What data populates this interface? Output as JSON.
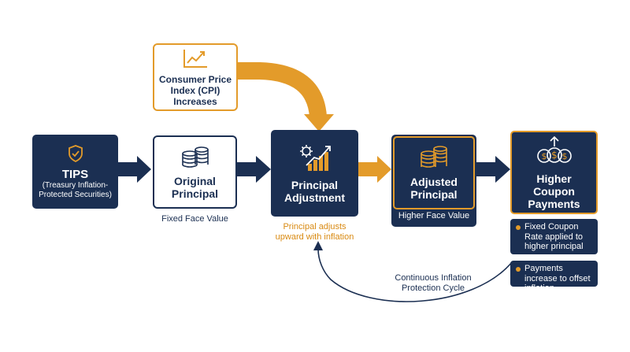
{
  "colors": {
    "navy": "#1b2f52",
    "orange": "#e39b2a",
    "orange_text": "#d98a12",
    "white": "#ffffff"
  },
  "cpi": {
    "label": "Consumer Price Index (CPI) Increases",
    "icon": "line-chart-icon"
  },
  "tips": {
    "title": "TIPS",
    "subtitle": "(Treasury Inflation-Protected Securities)",
    "icon": "shield-check-icon"
  },
  "original": {
    "title": "Original Principal",
    "caption": "Fixed Face Value",
    "icon": "coin-stack-icon"
  },
  "adjustment": {
    "title": "Principal Adjustment",
    "caption": "Principal adjusts upward with inflation",
    "icon": "gear-growth-chart-icon"
  },
  "adjusted": {
    "title": "Adjusted Principal",
    "caption": "Higher Face Value",
    "icon": "coin-stack-icon"
  },
  "coupon": {
    "title": "Higher Coupon Payments",
    "icon": "dollar-coins-up-arrow-icon",
    "bullets": [
      "Fixed Coupon Rate applied to higher principal",
      "Payments increase to offset inflation"
    ]
  },
  "cycle": {
    "label": "Continuous Inflation Protection Cycle"
  }
}
